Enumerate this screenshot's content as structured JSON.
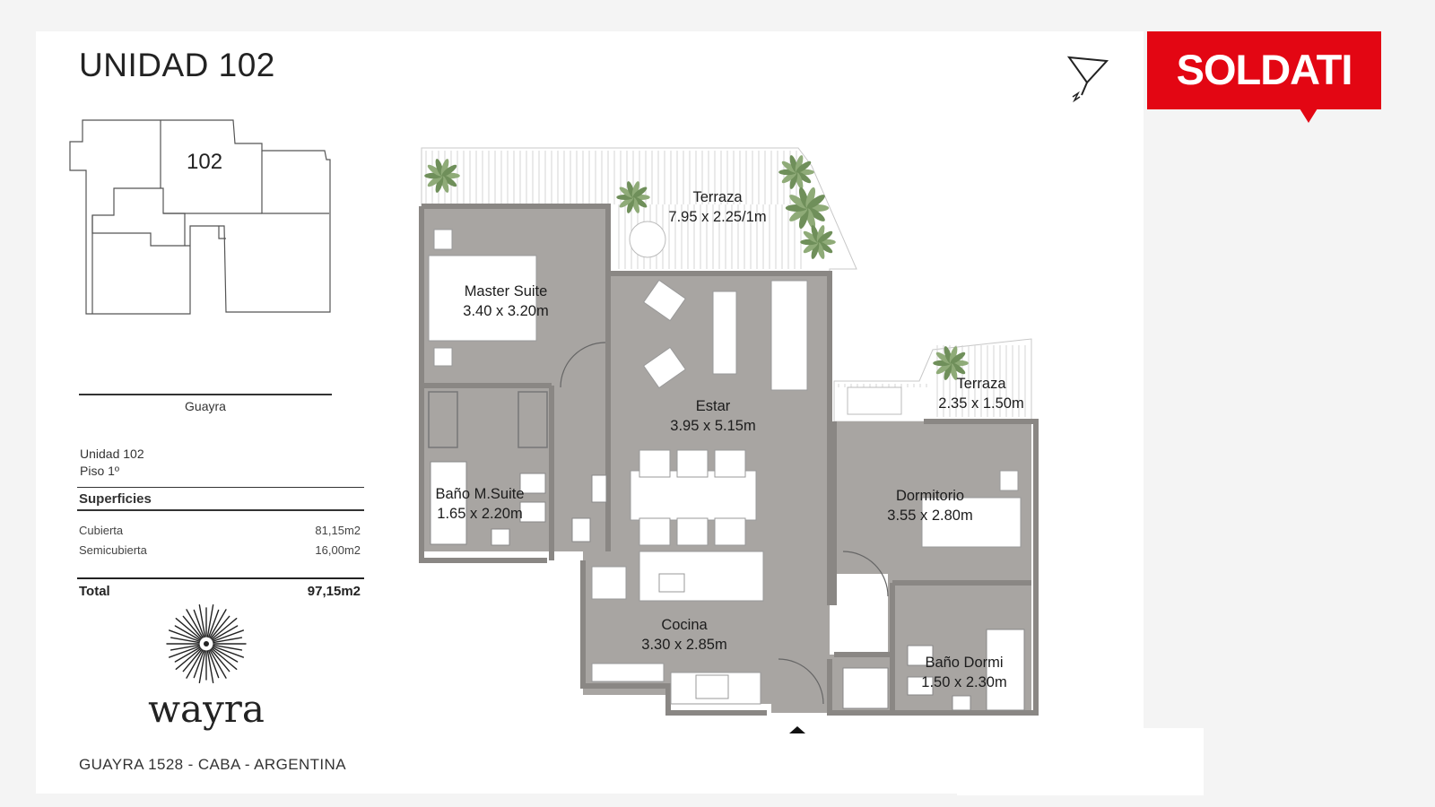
{
  "header": {
    "title": "UNIDAD 102"
  },
  "brand": {
    "name": "SOLDATI",
    "color": "#e30613"
  },
  "keyplan": {
    "unit_label": "102",
    "street": "Guayra"
  },
  "unit_info": {
    "unit": "Unidad 102",
    "floor": "Piso 1º"
  },
  "surfaces": {
    "title": "Superficies",
    "rows": [
      {
        "label": "Cubierta",
        "value": "81,15m2"
      },
      {
        "label": "Semicubierta",
        "value": "16,00m2"
      }
    ],
    "total": {
      "label": "Total",
      "value": "97,15m2"
    }
  },
  "logo": {
    "text": "wayra"
  },
  "address": "GUAYRA 1528 - CABA - ARGENTINA",
  "rooms": [
    {
      "name": "Terraza",
      "dims": "7.95 x 2.25/1m"
    },
    {
      "name": "Master Suite",
      "dims": "3.40 x 3.20m"
    },
    {
      "name": "Estar",
      "dims": "3.95 x 5.15m"
    },
    {
      "name": "Terraza",
      "dims": "2.35 x 1.50m"
    },
    {
      "name": "Baño M.Suite",
      "dims": "1.65 x 2.20m"
    },
    {
      "name": "Dormitorio",
      "dims": "3.55 x 2.80m"
    },
    {
      "name": "Cocina",
      "dims": "3.30 x 2.85m"
    },
    {
      "name": "Baño Dormi",
      "dims": "1.50 x 2.30m"
    }
  ],
  "icons": {
    "compass": "north-arrow-icon",
    "logo": "sunburst-logo-icon"
  }
}
